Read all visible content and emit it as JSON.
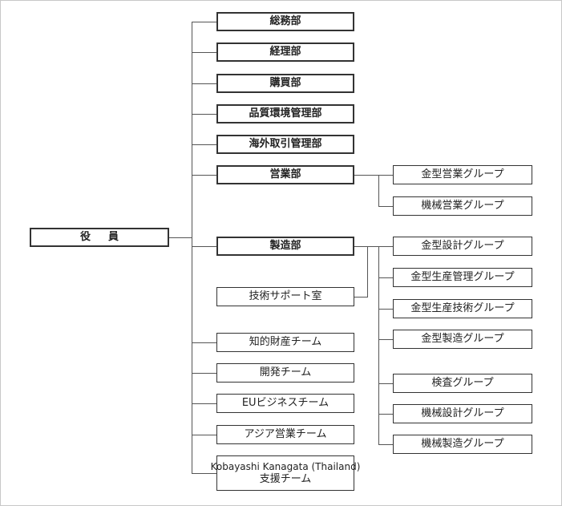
{
  "executive": {
    "label": "役員"
  },
  "departments": {
    "general_affairs": "総務部",
    "accounting": "経理部",
    "purchasing": "購買部",
    "quality_env": "品質環境管理部",
    "overseas_mgmt": "海外取引管理部",
    "sales": "営業部",
    "manufacturing": "製造部"
  },
  "sales_groups": {
    "mold_sales": "金型営業グループ",
    "machine_sales": "機械営業グループ"
  },
  "manufacturing_groups": {
    "mold_design": "金型設計グループ",
    "mold_prod_mgmt": "金型生産管理グループ",
    "mold_prod_tech": "金型生産技術グループ",
    "mold_manufacturing": "金型製造グループ",
    "inspection": "検査グループ",
    "machine_design": "機械設計グループ",
    "machine_manufacturing": "機械製造グループ"
  },
  "support": {
    "tech_support": "技術サポート室"
  },
  "teams": {
    "ip": "知的財産チーム",
    "development": "開発チーム",
    "eu_business": "EUビジネスチーム",
    "asia_sales": "アジア営業チーム",
    "thailand_line1": "Kobayashi Kanagata (Thailand)",
    "thailand_line2": "支援チーム"
  }
}
